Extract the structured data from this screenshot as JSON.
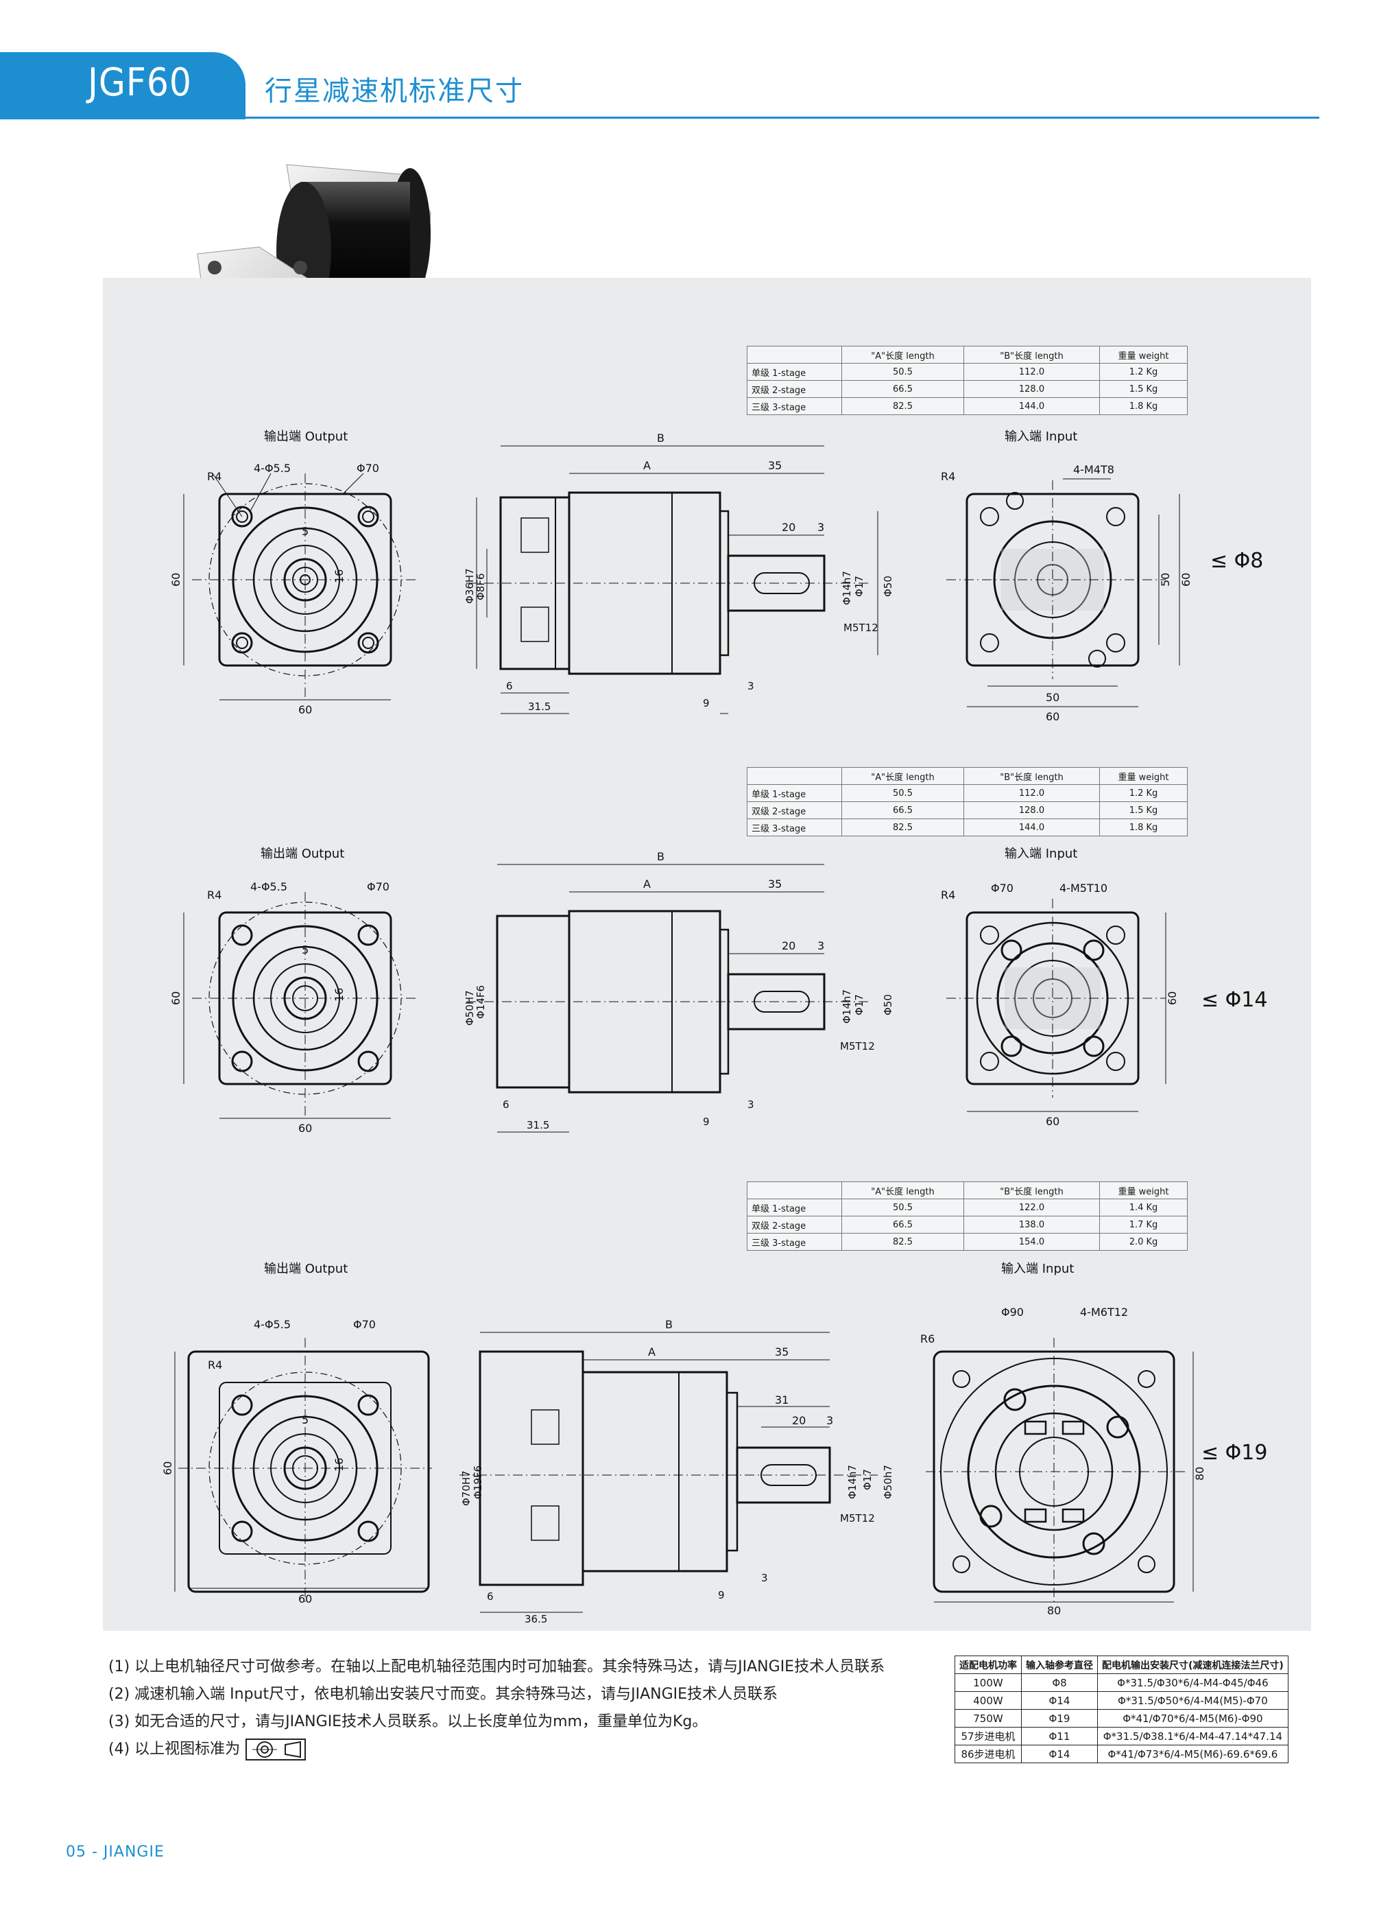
{
  "header": {
    "code": "JGF60",
    "title": "行星减速机标准尺寸"
  },
  "tables": [
    {
      "headers": [
        "",
        "\"A\"长度 length",
        "\"B\"长度 length",
        "重量 weight"
      ],
      "rows": [
        [
          "单级 1-stage",
          "50.5",
          "112.0",
          "1.2 Kg"
        ],
        [
          "双级 2-stage",
          "66.5",
          "128.0",
          "1.5 Kg"
        ],
        [
          "三级 3-stage",
          "82.5",
          "144.0",
          "1.8 Kg"
        ]
      ]
    },
    {
      "headers": [
        "",
        "\"A\"长度 length",
        "\"B\"长度 length",
        "重量 weight"
      ],
      "rows": [
        [
          "单级 1-stage",
          "50.5",
          "112.0",
          "1.2 Kg"
        ],
        [
          "双级 2-stage",
          "66.5",
          "128.0",
          "1.5 Kg"
        ],
        [
          "三级 3-stage",
          "82.5",
          "144.0",
          "1.8 Kg"
        ]
      ]
    },
    {
      "headers": [
        "",
        "\"A\"长度 length",
        "\"B\"长度 length",
        "重量 weight"
      ],
      "rows": [
        [
          "单级 1-stage",
          "50.5",
          "122.0",
          "1.4 Kg"
        ],
        [
          "双级 2-stage",
          "66.5",
          "138.0",
          "1.7 Kg"
        ],
        [
          "三级 3-stage",
          "82.5",
          "154.0",
          "2.0 Kg"
        ]
      ]
    }
  ],
  "views": {
    "output_label": "输出端 Output",
    "input_label": "输入端 Input"
  },
  "rows": [
    {
      "size_tag": "≤ Φ8",
      "out": {
        "r": "R4",
        "holes": "4-Φ5.5",
        "pcd": "Φ70",
        "side": "60",
        "bottom": "60",
        "key": "5",
        "shaft": "16"
      },
      "side": {
        "B": "B",
        "A": "A",
        "a35": "35",
        "d20": "20",
        "d3": "3",
        "bore1": "Φ36H7",
        "bore2": "Φ8F6",
        "shaft": "Φ14h7",
        "d17": "Φ17",
        "d50": "Φ50",
        "thread": "M5T12",
        "d6": "6",
        "d315": "31.5",
        "d9": "9",
        "d3b": "3"
      },
      "in": {
        "r": "R4",
        "holes": "4-M4T8",
        "pcd": "",
        "h1": "50",
        "h2": "60",
        "w1": "50",
        "w2": "60"
      }
    },
    {
      "size_tag": "≤ Φ14",
      "out": {
        "r": "R4",
        "holes": "4-Φ5.5",
        "pcd": "Φ70",
        "side": "60",
        "bottom": "60",
        "key": "5",
        "shaft": "16"
      },
      "side": {
        "B": "B",
        "A": "A",
        "a35": "35",
        "d20": "20",
        "d3": "3",
        "bore1": "Φ50H7",
        "bore2": "Φ14F6",
        "shaft": "Φ14h7",
        "d17": "Φ17",
        "d50": "Φ50",
        "thread": "M5T12",
        "d6": "6",
        "d315": "31.5",
        "d9": "9",
        "d3b": "3"
      },
      "in": {
        "r": "R4",
        "holes": "4-M5T10",
        "pcd": "Φ70",
        "h1": "",
        "h2": "60",
        "w1": "",
        "w2": "60"
      }
    },
    {
      "size_tag": "≤ Φ19",
      "out": {
        "r": "R4",
        "holes": "4-Φ5.5",
        "pcd": "Φ70",
        "side": "60",
        "bottom": "60",
        "key": "5",
        "shaft": "16"
      },
      "side": {
        "B": "B",
        "A": "A",
        "a35": "35",
        "d31": "31",
        "d20": "20",
        "d3": "3",
        "bore1": "Φ70H7",
        "bore2": "Φ19F6",
        "shaft": "Φ14h7",
        "d17": "Φ17",
        "d50": "Φ50h7",
        "thread": "M5T12",
        "d6": "6",
        "d315": "36.5",
        "d9": "9",
        "d3b": "3"
      },
      "in": {
        "r": "R6",
        "holes": "4-M6T12",
        "pcd": "Φ90",
        "h1": "",
        "h2": "80",
        "w1": "",
        "w2": "80"
      }
    }
  ],
  "notes": [
    "(1) 以上电机轴径尺寸可做参考。在轴以上配电机轴径范围内时可加轴套。其余特殊马达，请与JIANGIE技术人员联系",
    "(2) 减速机输入端 Input尺寸，依电机输出安装尺寸而变。其余特殊马达，请与JIANGIE技术人员联系",
    "(3) 如无合适的尺寸，请与JIANGIE技术人员联系。以上长度单位为mm，重量单位为Kg。",
    "(4) 以上视图标准为"
  ],
  "spec_table": {
    "headers": [
      "适配电机功率",
      "输入轴参考直径",
      "配电机输出安装尺寸(减速机连接法兰尺寸)"
    ],
    "rows": [
      [
        "100W",
        "Φ8",
        "Φ*31.5/Φ30*6/4-M4-Φ45/Φ46"
      ],
      [
        "400W",
        "Φ14",
        "Φ*31.5/Φ50*6/4-M4(M5)-Φ70"
      ],
      [
        "750W",
        "Φ19",
        "Φ*41/Φ70*6/4-M5(M6)-Φ90"
      ],
      [
        "57步进电机",
        "Φ11",
        "Φ*31.5/Φ38.1*6/4-M4-47.14*47.14"
      ],
      [
        "86步进电机",
        "Φ14",
        "Φ*41/Φ73*6/4-M5(M6)-69.6*69.6"
      ]
    ]
  },
  "footer": "05 - JIANGIE"
}
